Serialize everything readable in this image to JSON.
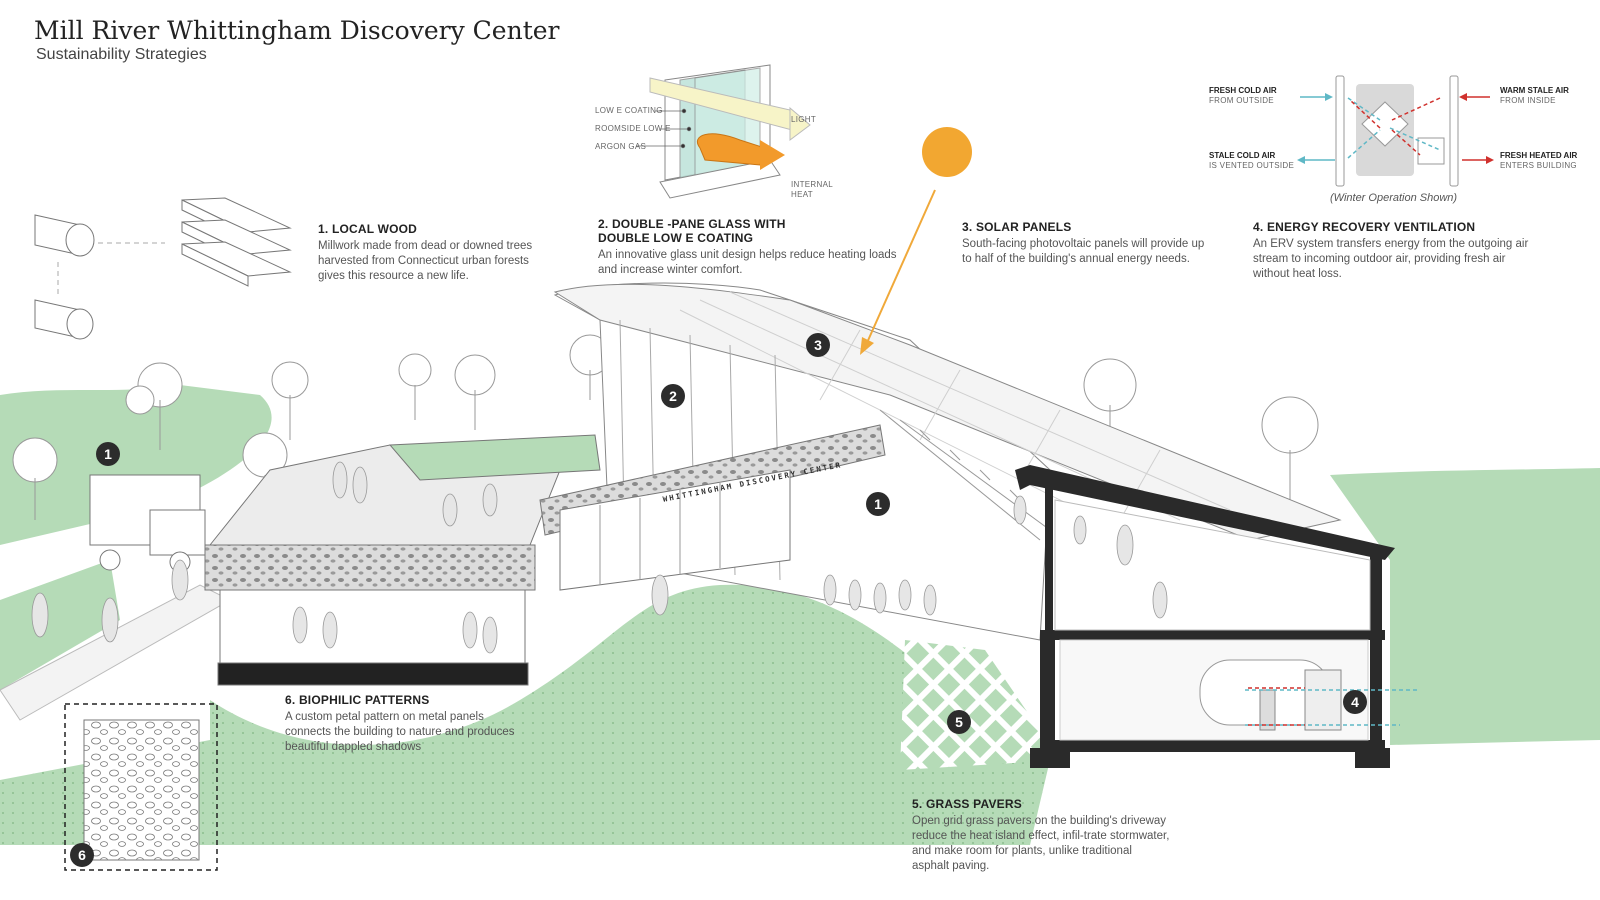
{
  "title": "Mill River Whittingham Discovery Center",
  "subtitle": "Sustainability Strategies",
  "strategies": [
    {
      "heading": "1. LOCAL WOOD",
      "body": "Millwork made from dead or downed trees harvested from Connecticut urban forests gives this resource a new life."
    },
    {
      "heading": "2. DOUBLE -PANE GLASS WITH DOUBLE LOW E COATING",
      "body": "An innovative glass unit design helps reduce heating loads and increase winter comfort."
    },
    {
      "heading": "3. SOLAR PANELS",
      "body": "South-facing photovoltaic panels will provide up to half of the building's annual energy needs."
    },
    {
      "heading": "4. ENERGY RECOVERY VENTILATION",
      "body": "An ERV system transfers energy from the outgoing air stream to incoming outdoor air, providing fresh air without heat loss."
    },
    {
      "heading": "5. GRASS PAVERS",
      "body": "Open grid grass pavers on the building's driveway reduce the heat island effect, infil-trate stormwater, and make room for plants, unlike traditional asphalt paving."
    },
    {
      "heading": "6. BIOPHILIC PATTERNS",
      "body": "A custom petal pattern on metal panels connects the building to nature and produces beautiful dappled shadows"
    }
  ],
  "glass_diagram": {
    "low_e_coating": "LOW E COATING",
    "roomside_low_e": "ROOMSIDE LOW E",
    "argon_gas": "ARGON GAS",
    "light": "LIGHT",
    "internal": "INTERNAL",
    "heat": "HEAT"
  },
  "erv_diagram": {
    "fresh_cold_air": "FRESH COLD AIR",
    "from_outside": "FROM OUTSIDE",
    "stale_cold_air": "STALE COLD AIR",
    "is_vented_outside": "IS VENTED OUTSIDE",
    "warm_stale_air": "WARM STALE AIR",
    "from_inside": "FROM INSIDE",
    "fresh_heated_air": "FRESH HEATED AIR",
    "enters_building": "ENTERS BUILDING",
    "caption": "(Winter Operation Shown)"
  },
  "building_sign": "WHITTINGHAM DISCOVERY CENTER",
  "markers": [
    "1",
    "2",
    "3",
    "1",
    "4",
    "5",
    "6"
  ],
  "colors": {
    "grass": "#b5dbb7",
    "sun": "#f2a731",
    "arrow_orange": "#f0a93a",
    "cold_air": "#5fb8c6",
    "warm_air": "#d0312d",
    "badge": "#2c2c2c",
    "section_wall": "#2a2a2a"
  }
}
